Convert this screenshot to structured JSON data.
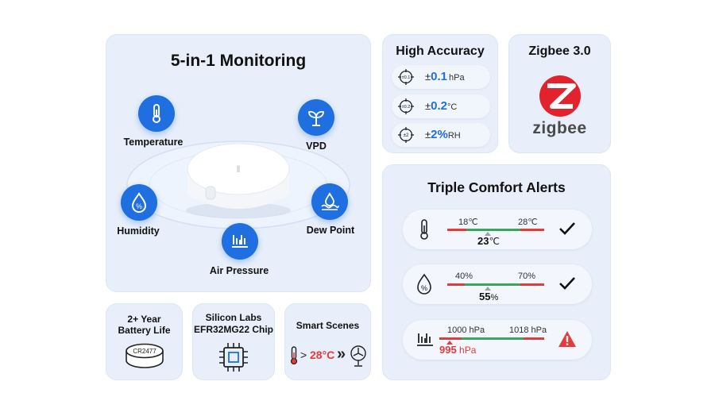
{
  "monitoring": {
    "title": "5-in-1 Monitoring",
    "items": [
      {
        "label": "Temperature",
        "icon": "thermometer-icon"
      },
      {
        "label": "VPD",
        "icon": "plant-icon"
      },
      {
        "label": "Humidity",
        "icon": "humidity-drop-icon"
      },
      {
        "label": "Dew Point",
        "icon": "dew-point-icon"
      },
      {
        "label": "Air Pressure",
        "icon": "air-pressure-icon"
      }
    ]
  },
  "accuracy": {
    "title": "High Accuracy",
    "rows": [
      {
        "badge": "±0.1",
        "prefix": "±",
        "value": "0.1",
        "unit": "hPa"
      },
      {
        "badge": "±0.2",
        "prefix": "±",
        "value": "0.2",
        "unit": "°C"
      },
      {
        "badge": "±2",
        "prefix": "±",
        "value": "2%",
        "unit": "RH"
      }
    ]
  },
  "zigbee": {
    "title": "Zigbee 3.0",
    "logo_text": "zigbee",
    "brand_color": "#e2232e"
  },
  "alerts": {
    "title": "Triple Comfort Alerts",
    "rows": [
      {
        "low": "18℃",
        "high": "28℃",
        "current": "23",
        "current_unit": "℃",
        "status": "ok"
      },
      {
        "low": "40%",
        "high": "70%",
        "current": "55",
        "current_unit": "%",
        "status": "ok"
      },
      {
        "low": "1000 hPa",
        "high": "1018 hPa",
        "current": "995",
        "current_unit": " hPa",
        "status": "warning"
      }
    ]
  },
  "battery": {
    "title_line1": "2+ Year",
    "title_line2": "Battery Life",
    "cell_label": "CR2477"
  },
  "chip": {
    "title_line1": "Silicon Labs",
    "title_line2": "EFR32MG22 Chip"
  },
  "scenes": {
    "title": "Smart Scenes",
    "gt": ">",
    "temp": "28°C",
    "arrows": "»"
  },
  "colors": {
    "accent": "#1f6fe0",
    "red": "#e53a3a",
    "green": "#3aa55c",
    "card": "#e8effa"
  }
}
